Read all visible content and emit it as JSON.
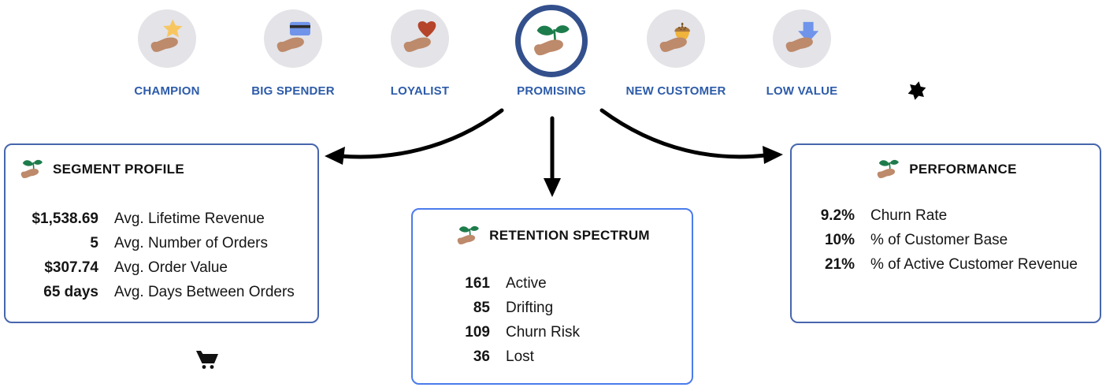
{
  "segments": [
    {
      "label": "CHAMPION",
      "icon": "hand-star-icon",
      "selected": false
    },
    {
      "label": "BIG SPENDER",
      "icon": "hand-credit-card-icon",
      "selected": false
    },
    {
      "label": "LOYALIST",
      "icon": "hand-heart-icon",
      "selected": false
    },
    {
      "label": "PROMISING",
      "icon": "hand-seedling-icon",
      "selected": true
    },
    {
      "label": "NEW CUSTOMER",
      "icon": "hand-acorn-icon",
      "selected": false
    },
    {
      "label": "LOW VALUE",
      "icon": "hand-down-arrow-icon",
      "selected": false
    }
  ],
  "selected_segment": "PROMISING",
  "cards": {
    "segment_profile": {
      "title": "SEGMENT PROFILE",
      "header_icon": "seedling-in-hand-icon",
      "rows": [
        {
          "value": "$1,538.69",
          "label": "Avg. Lifetime Revenue"
        },
        {
          "value": "5",
          "label": "Avg. Number of Orders"
        },
        {
          "value": "$307.74",
          "label": "Avg. Order Value"
        },
        {
          "value": "65 days",
          "label": "Avg. Days Between Orders"
        }
      ]
    },
    "retention_spectrum": {
      "title": "RETENTION SPECTRUM",
      "header_icon": "seedling-in-hand-icon",
      "rows": [
        {
          "value": "161",
          "label": "Active"
        },
        {
          "value": "85",
          "label": "Drifting"
        },
        {
          "value": "109",
          "label": "Churn Risk"
        },
        {
          "value": "36",
          "label": "Lost"
        }
      ]
    },
    "performance": {
      "title": "PERFORMANCE",
      "header_icon": "seedling-in-hand-icon",
      "rows": [
        {
          "value": "9.2%",
          "label": "Churn Rate"
        },
        {
          "value": "10%",
          "label": "% of Customer Base"
        },
        {
          "value": "21%",
          "label": "% of Active Customer Revenue"
        }
      ]
    }
  },
  "decorations": {
    "star_burst_icon": "black six-point star glyph",
    "shopping_cart_icon": "black shopping cart glyph"
  },
  "colors": {
    "label_blue": "#2d5ba9",
    "selected_ring": "#33508d",
    "card_border_dark": "#4766ad",
    "card_border_bright": "#4b7bec",
    "circle_gray": "#e3e3e8",
    "hand_tan": "#bd8a6b",
    "star_yellow": "#f8c661",
    "card_blue": "#7094ea",
    "heart_red": "#b5442a",
    "seedling_green": "#1d7c4b",
    "acorn_yellow": "#f0b43c",
    "acorn_brown": "#a9763f",
    "arrow_black": "#000000"
  }
}
